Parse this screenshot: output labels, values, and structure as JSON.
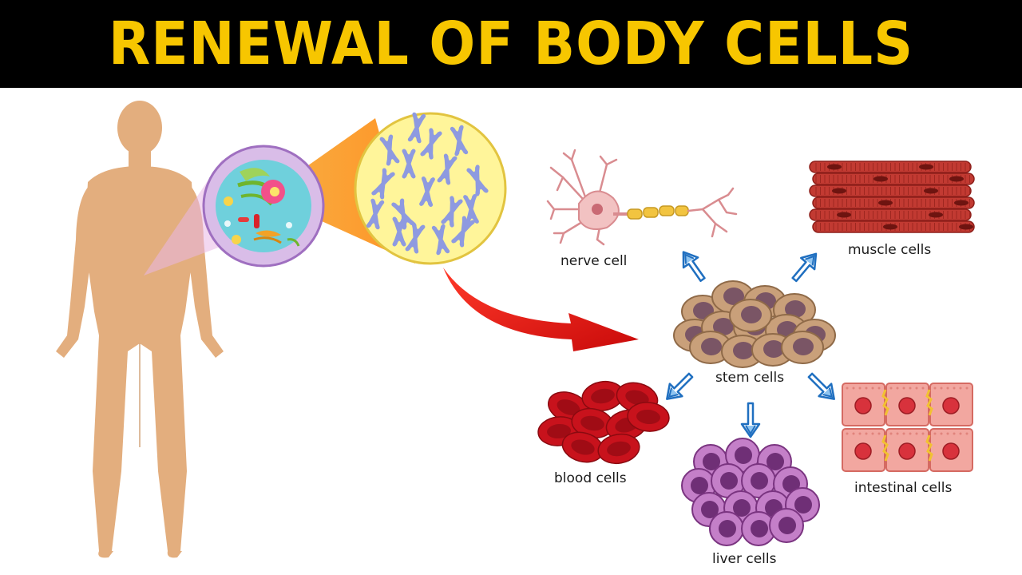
{
  "title": "RENEWAL OF BODY CELLS",
  "labels": {
    "nerve": "nerve cell",
    "muscle": "muscle cells",
    "stem": "stem cells",
    "blood": "blood cells",
    "liver": "liver cells",
    "intestinal": "intestinal cells"
  },
  "colors": {
    "title_bar": "#000000",
    "title_text": "#f7c600",
    "skin": "#e3ae7e",
    "skin_dark": "#c98f5c",
    "cell_membrane": "#c9a2dd",
    "cytoplasm": "#6fd0dc",
    "nucleus_zoom": "#fff59a",
    "chromosome": "#8e9ae0",
    "arrow_red": "#e01010",
    "arrow_blue": "#1f6fc0",
    "stem_cell": "#c9a07a",
    "stem_nucleus": "#7a5565",
    "muscle": "#c23a32",
    "blood": "#c8121c",
    "liver": "#a35aa8",
    "intestinal": "#f2a7a0"
  },
  "icons": [
    "human-silhouette",
    "animal-cell",
    "nucleus-zoom",
    "chromosome",
    "neuron",
    "muscle-fibers",
    "stem-cell-cluster",
    "red-blood-cells",
    "liver-cell-cluster",
    "intestinal-epithelium"
  ]
}
